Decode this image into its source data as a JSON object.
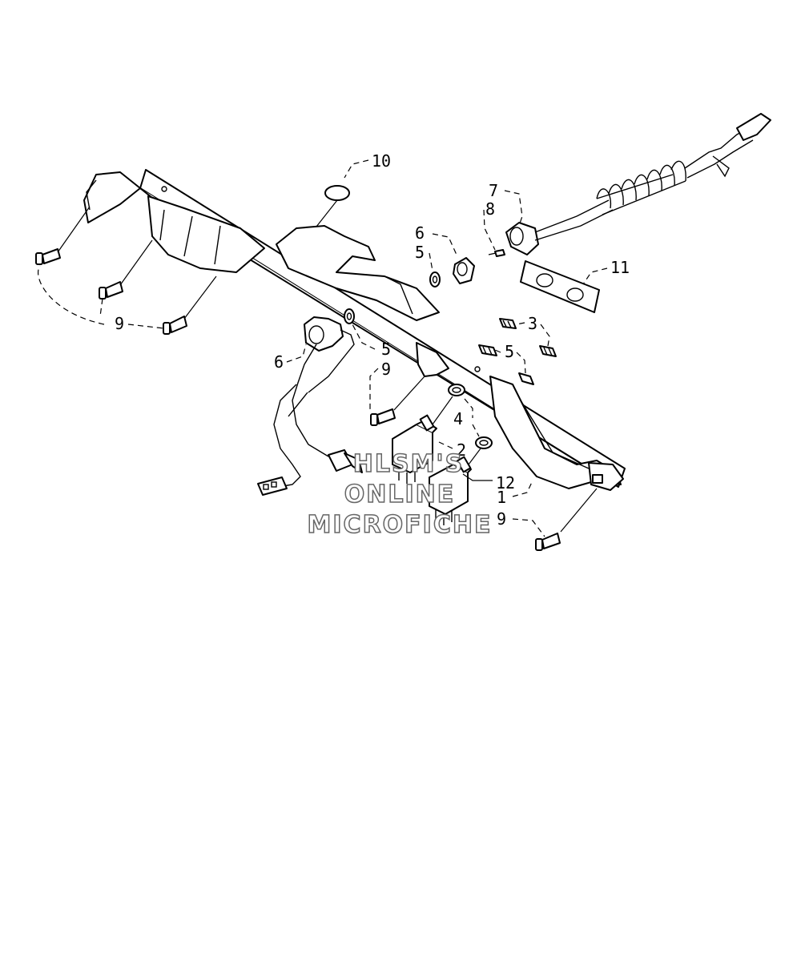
{
  "diagram": {
    "callouts": {
      "c10": "10",
      "c7": "7",
      "c8": "8",
      "c6a": "6",
      "c5a": "5",
      "c11": "11",
      "c9a": "9",
      "c3": "3",
      "c6b": "6",
      "c5b": "5",
      "c5c": "5",
      "c9b": "9",
      "c4": "4",
      "c2": "2",
      "c12": "12",
      "c1": "1",
      "c9c": "9"
    },
    "watermark": {
      "line1": "HLSM'S",
      "line2": "ONLINE",
      "line3": "MICROFICHE"
    }
  }
}
